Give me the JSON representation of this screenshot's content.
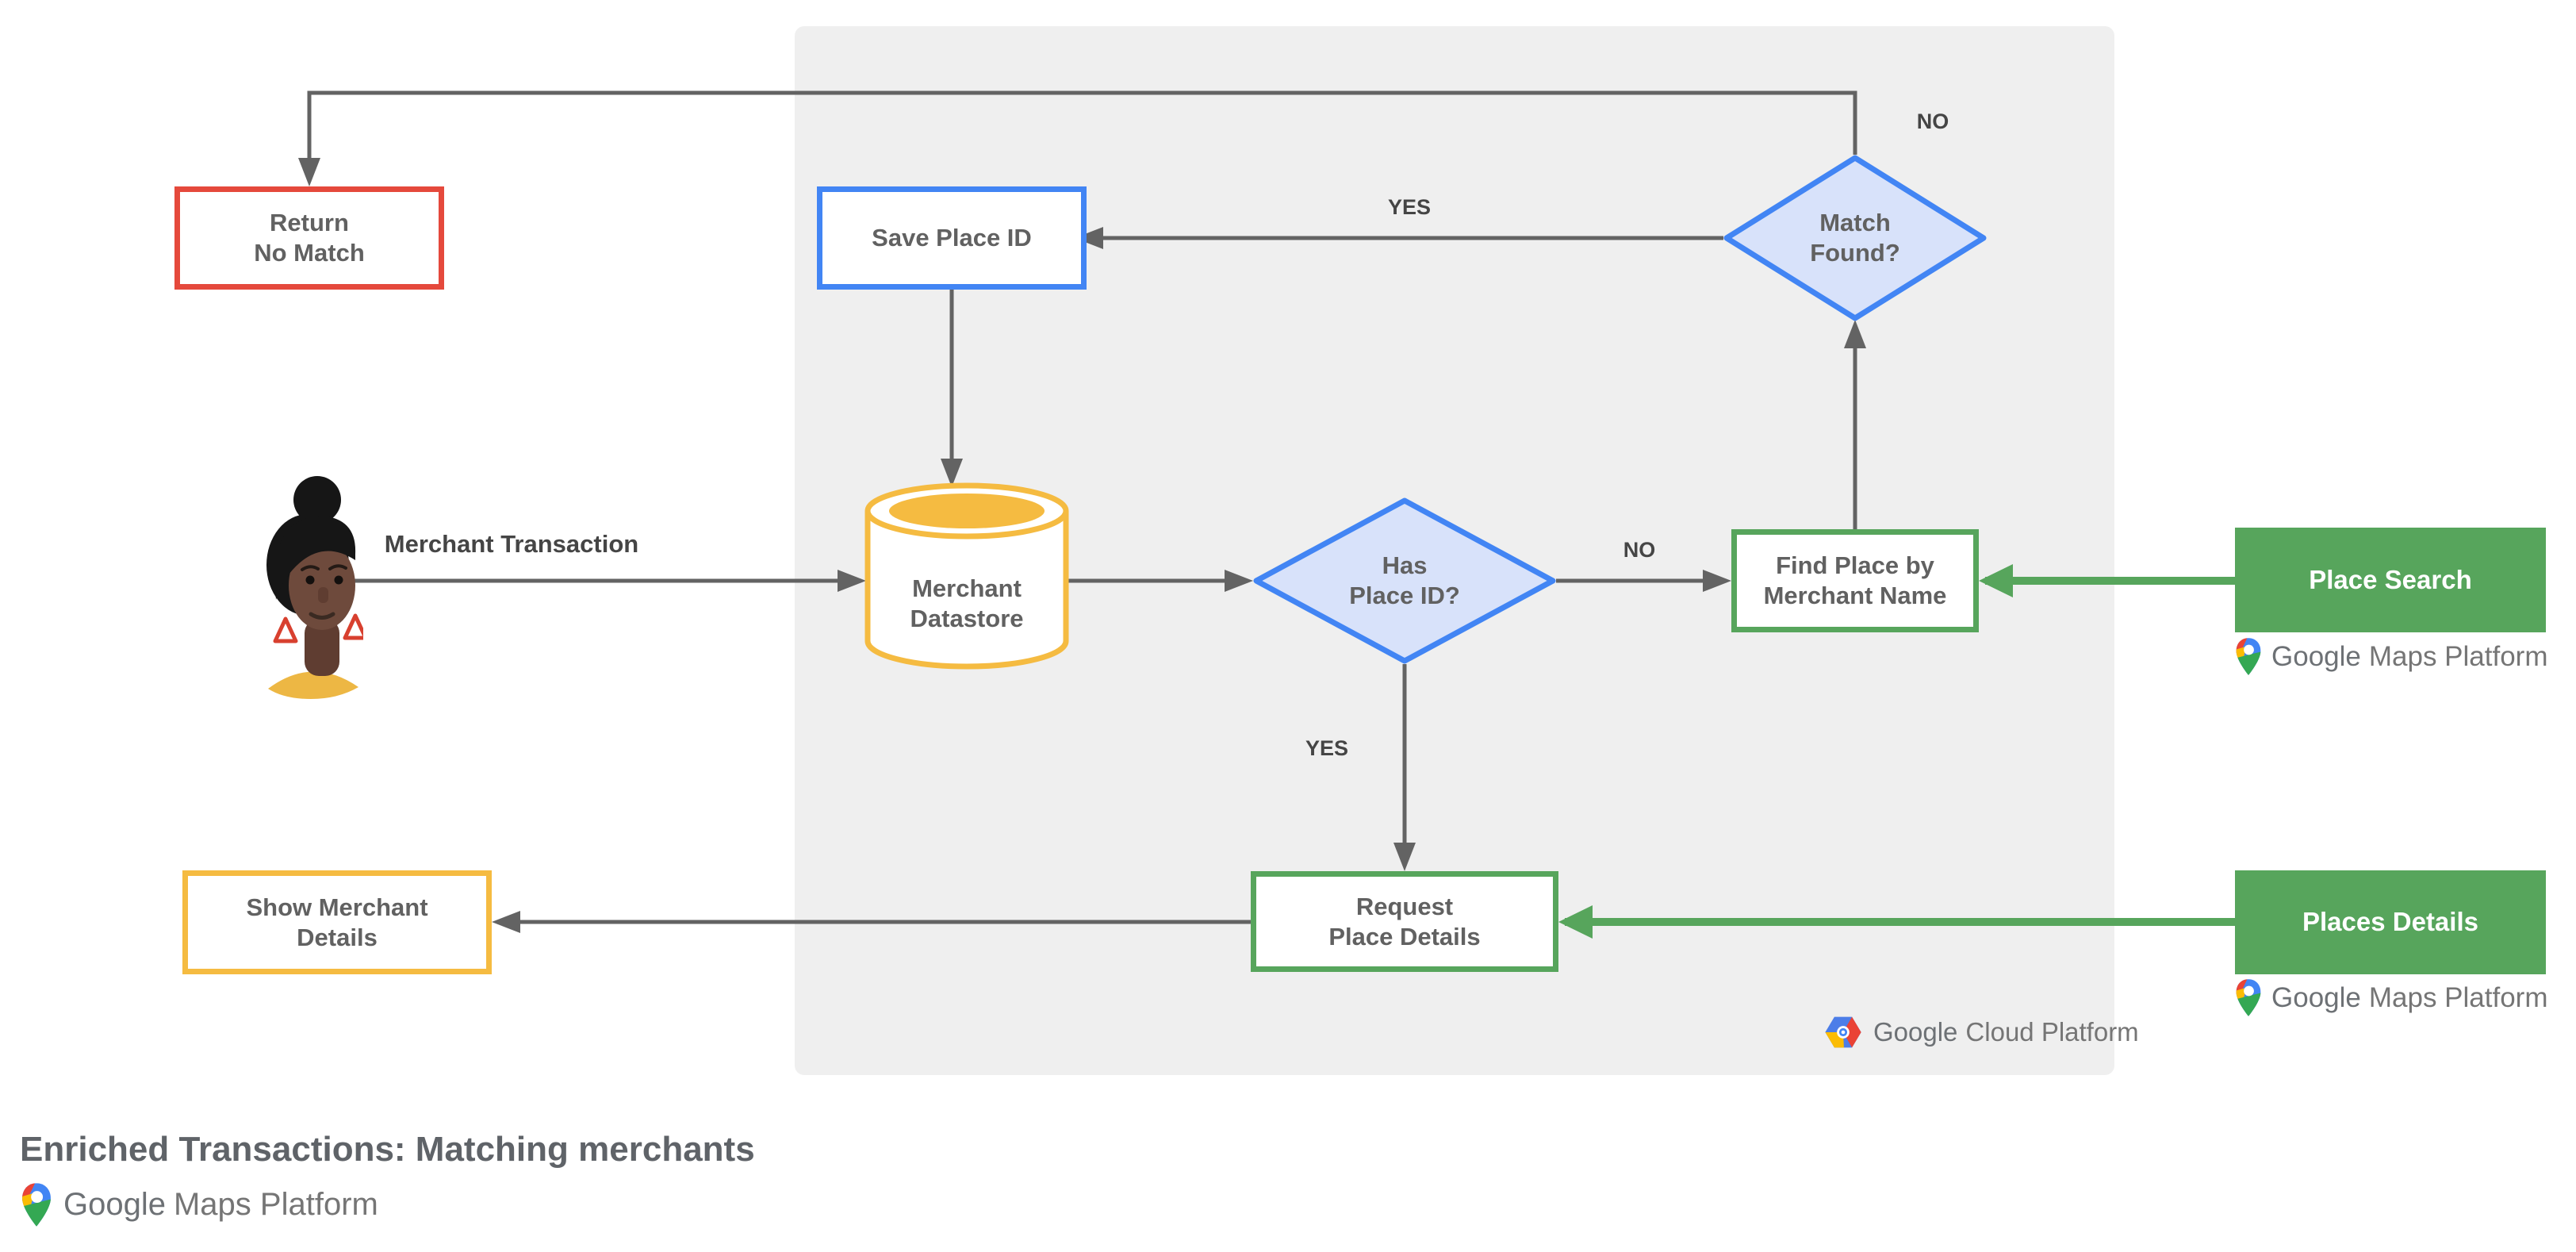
{
  "title": {
    "text": "Enriched Transactions: Matching merchants"
  },
  "nodes": {
    "return_no_match": {
      "label": "Return\nNo Match",
      "shape": "rect",
      "accent": "red"
    },
    "save_place_id": {
      "label": "Save Place ID",
      "shape": "rect",
      "accent": "blue"
    },
    "match_found": {
      "label": "Match\nFound?",
      "shape": "diamond",
      "accent": "blue"
    },
    "merchant_datastore": {
      "label": "Merchant\nDatastore",
      "shape": "cylinder",
      "accent": "yellow"
    },
    "has_place_id": {
      "label": "Has\nPlace ID?",
      "shape": "diamond",
      "accent": "blue"
    },
    "find_place": {
      "label": "Find Place by\nMerchant Name",
      "shape": "rect",
      "accent": "green"
    },
    "request_place_details": {
      "label": "Request\nPlace Details",
      "shape": "rect",
      "accent": "green"
    },
    "show_merchant_details": {
      "label": "Show Merchant\nDetails",
      "shape": "rect",
      "accent": "yellow"
    },
    "place_search": {
      "label": "Place Search",
      "shape": "solid",
      "accent": "green"
    },
    "places_details": {
      "label": "Places Details",
      "shape": "solid",
      "accent": "green"
    }
  },
  "edge_labels": {
    "merchant_transaction": "Merchant Transaction",
    "match_found_no": "NO",
    "match_found_yes": "YES",
    "has_place_id_no": "NO",
    "has_place_id_yes": "YES"
  },
  "logos": {
    "gmp": {
      "google": "Google",
      "rest": "Maps Platform"
    },
    "gcp": {
      "google": "Google",
      "rest": "Cloud Platform"
    }
  },
  "colors": {
    "blue": "#4285F4",
    "blue_fill": "#D8E2FA",
    "red": "#E5493C",
    "yellow": "#F5BB41",
    "green": "#57A55C",
    "line": "#636363",
    "panel": "#EFEFEF",
    "node_text": "#616161",
    "edge_text": "#454545",
    "title_text": "#5F6368",
    "logo_text": "#757575",
    "g_blue": "#4285F4",
    "g_red": "#EA4335",
    "g_yellow": "#FBBC04",
    "g_green": "#34A853"
  }
}
